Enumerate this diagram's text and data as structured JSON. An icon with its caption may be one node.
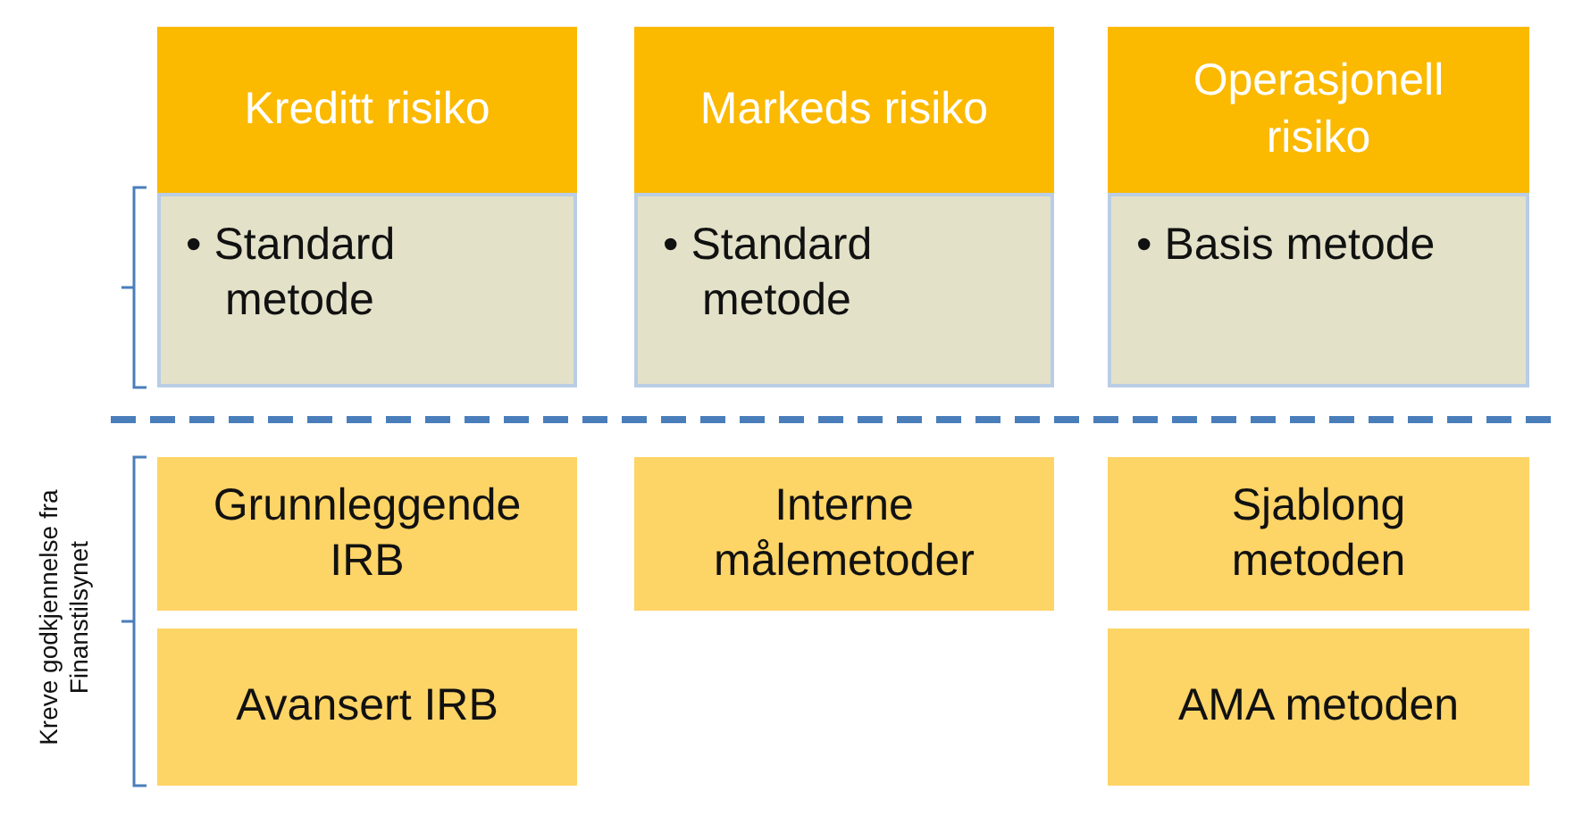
{
  "diagram": {
    "nodes": [
      {
        "text": [
          "Kreditt risiko"
        ]
      },
      {
        "text": [
          "Markeds risiko"
        ]
      },
      {
        "text": [
          "Operasjonell risiko"
        ]
      },
      {
        "text": [
          "• Standard metode"
        ]
      },
      {
        "text": [
          "• Standard metode"
        ]
      },
      {
        "text": [
          "• Basis metode"
        ]
      },
      {
        "text": [
          "Grunnleggende IRB"
        ]
      },
      {
        "text": [
          "Interne målemetoder"
        ]
      },
      {
        "text": [
          "Sjablong metoden"
        ]
      },
      {
        "text": [
          "Avansert IRB"
        ]
      },
      {
        "text": [
          "AMA metoden"
        ]
      }
    ],
    "edges": [],
    "labels": [
      "Kreve godkjennelse fra Finanstilsynet"
    ]
  }
}
